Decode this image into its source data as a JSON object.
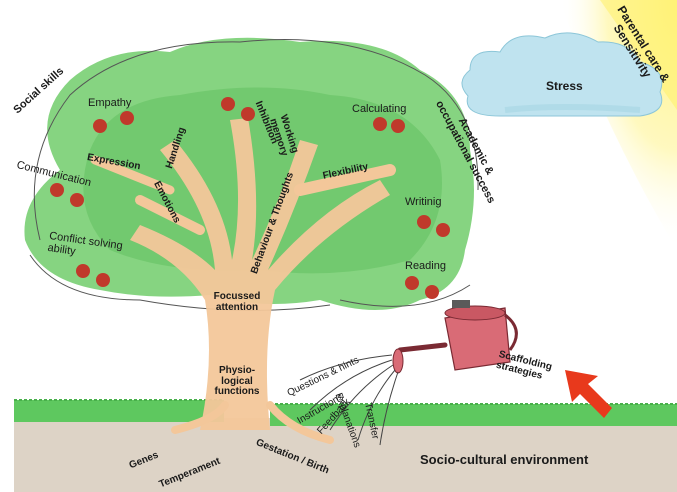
{
  "colors": {
    "foliage": "#7fd27a",
    "foliage_dark": "#5cbc59",
    "trunk": "#f3c79a",
    "apple": "#c0392b",
    "ground": "#ddd3c6",
    "grass": "#5ec85f",
    "cloud": "#bfe3ef",
    "sun": "#fff59a",
    "watering_can": "#d96b76",
    "arrow": "#e8391c"
  },
  "environment": {
    "sun_label": "Parental care & Sensitivity",
    "cloud_label": "Stress",
    "ground_label": "Socio-cultural environment"
  },
  "outer_domains": {
    "social": "Social skills",
    "academic": "Academic & occupational success"
  },
  "skills": {
    "empathy": "Empathy",
    "communication": "Communication",
    "conflict_solving": "Conflict solving ability",
    "calculating": "Calculating",
    "writing": "Writinig",
    "reading": "Reading"
  },
  "branches": {
    "expression": "Expression",
    "handling": "Handling",
    "emotions": "Emotions",
    "inhibition": "Inhibition",
    "working_memory": "Working memory",
    "flexibility": "Flexibility",
    "behaviour_thoughts": "Behaviour & Thoughts"
  },
  "trunk": {
    "focussed_attention": "Focussed attention",
    "physiological_functions": "Physio-logical functions"
  },
  "roots": {
    "genes": "Genes",
    "temperament": "Temperament",
    "gestation_birth": "Gestation / Birth"
  },
  "scaffolding": {
    "title": "Scaffolding strategies",
    "questions_hints": "Questions & hints",
    "instructions": "Instructions",
    "feedback": "Feedback",
    "explanations": "Explanations",
    "transfer": "Transfer"
  }
}
